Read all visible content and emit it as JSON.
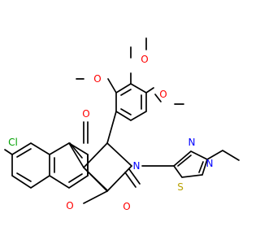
{
  "atoms": {
    "o_top_left": "O",
    "o_top_mid": "O",
    "o_top_right": "O",
    "cl": "Cl",
    "o_ketone": "O",
    "o_ring": "O",
    "o_lactam": "O",
    "n_pyrrole": "N",
    "n_thiad_1": "N",
    "n_thiad_2": "N",
    "s_thiad": "S"
  },
  "colors": {
    "bond": "#000000",
    "oxygen": "#ff0000",
    "nitrogen": "#0000ff",
    "sulfur": "#b8a000",
    "chlorine": "#00a000"
  }
}
